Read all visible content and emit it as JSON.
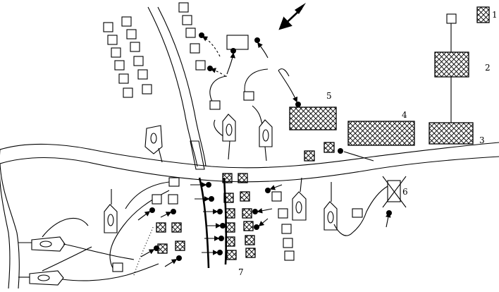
{
  "legend": {
    "item_1": "1",
    "item_2": "2",
    "item_3": "3"
  },
  "labels": {
    "label_4": "4",
    "label_5": "5",
    "label_6": "6",
    "label_7": "7"
  }
}
